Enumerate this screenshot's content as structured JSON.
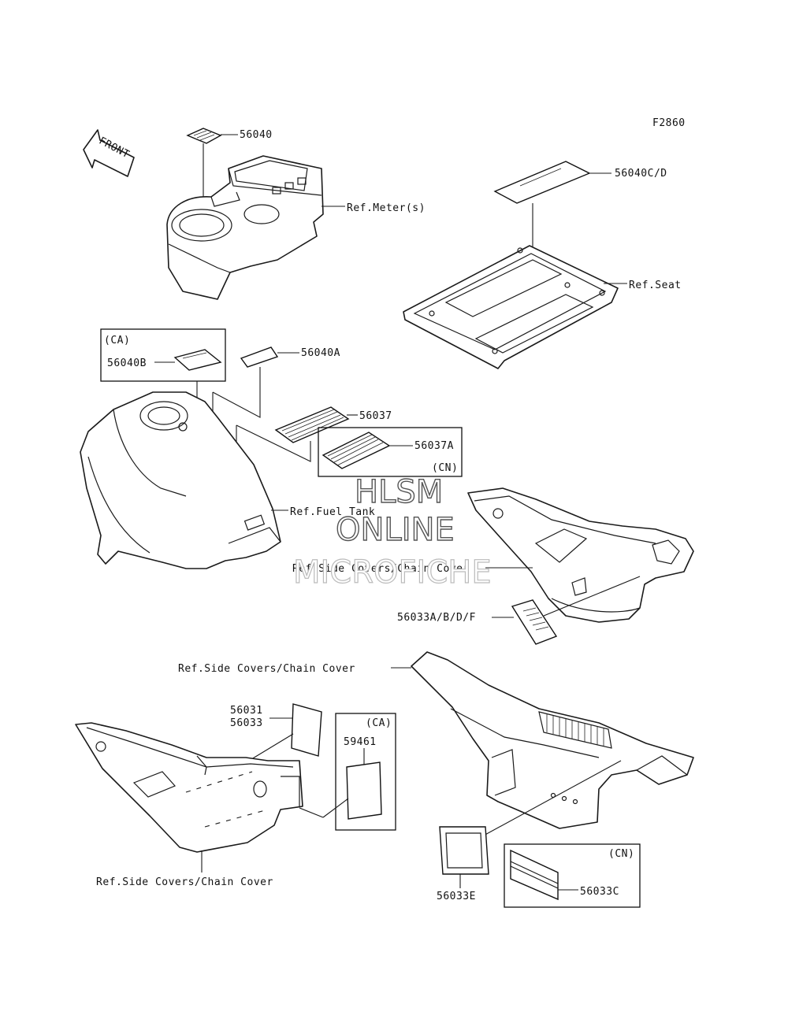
{
  "figure_code": "F2860",
  "front_label": "FRONT",
  "labels": {
    "p56040": "56040",
    "ref_meter": "Ref.Meter(s)",
    "p56040cd": "56040C/D",
    "ref_seat": "Ref.Seat",
    "ca_top": "(CA)",
    "p56040b": "56040B",
    "p56040a": "56040A",
    "p56037": "56037",
    "p56037a": "56037A",
    "cn_top": "(CN)",
    "ref_fuel_tank": "Ref.Fuel Tank",
    "ref_side_covers_1": "Ref.Side Covers/Chain Cover",
    "p56033abdf": "56033A/B/D/F",
    "ref_side_covers_2": "Ref.Side Covers/Chain Cover",
    "p56031": "56031",
    "p56033": "56033",
    "ca_bottom": "(CA)",
    "p59461": "59461",
    "p56033e": "56033E",
    "cn_bottom": "(CN)",
    "p56033c": "56033C",
    "ref_side_covers_3": "Ref.Side Covers/Chain Cover"
  },
  "watermark": {
    "line1": "HLSM",
    "line2": "ONLINE",
    "line3": "MICROFICHE"
  }
}
